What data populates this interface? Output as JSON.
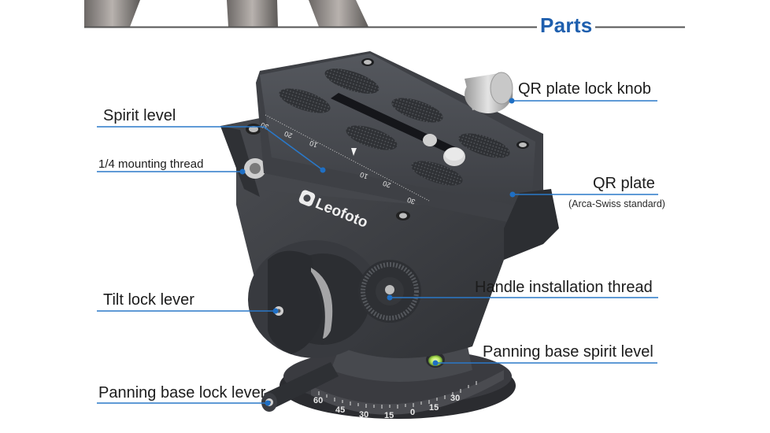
{
  "header": {
    "title": "Parts"
  },
  "product": {
    "brand_logo_text": "Leofoto",
    "qr_scale_ticks": [
      "30",
      "20",
      "10",
      "10",
      "20",
      "30"
    ],
    "panning_scale_ticks": [
      "60",
      "45",
      "30",
      "15",
      "0",
      "15",
      "30"
    ]
  },
  "callouts": [
    {
      "id": "spirit-level",
      "label": "Spirit level",
      "side": "left"
    },
    {
      "id": "mounting-thread",
      "label": "1/4 mounting thread",
      "side": "left"
    },
    {
      "id": "tilt-lock-lever",
      "label": "Tilt lock lever",
      "side": "left"
    },
    {
      "id": "panning-base-lock-lever",
      "label": "Panning base lock lever",
      "side": "left"
    },
    {
      "id": "qr-plate-lock-knob",
      "label": "QR plate lock knob",
      "side": "right"
    },
    {
      "id": "qr-plate",
      "label": "QR plate",
      "sublabel": "(Arca-Swiss standard)",
      "side": "right"
    },
    {
      "id": "handle-installation-thread",
      "label": "Handle installation thread",
      "side": "right"
    },
    {
      "id": "panning-base-spirit-level",
      "label": "Panning base spirit level",
      "side": "right"
    }
  ],
  "colors": {
    "title": "#1e5fae",
    "leader_line": "#2a78c8",
    "divider": "#555555",
    "body_metal": "#3e4045"
  }
}
